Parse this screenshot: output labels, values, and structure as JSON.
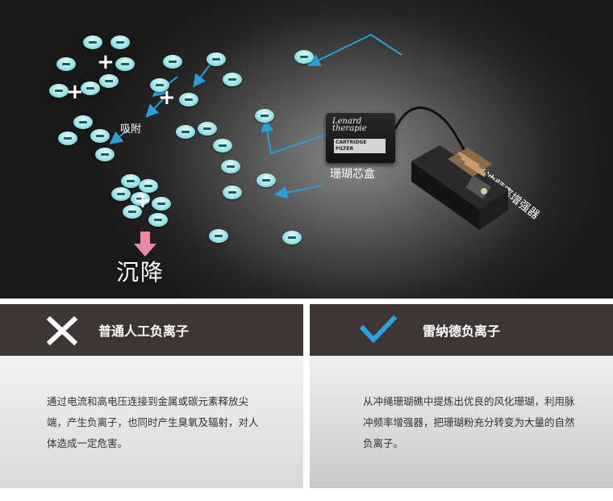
{
  "hero": {
    "label_adsorb": "吸附",
    "label_sink": "沉降",
    "label_cartridge": "珊瑚芯盒",
    "label_device": "脉冲频率增强器",
    "cartridge_brand_1": "Lenard",
    "cartridge_brand_2": "therapie",
    "cartridge_tag_1": "CARTRIDGE",
    "cartridge_tag_2": "FILTER",
    "colors": {
      "ion": "#9ee4e6",
      "arrow_blue": "#2b9fd6",
      "arrow_pink": "#e88aa8",
      "check": "#2aa3e0"
    }
  },
  "compare": {
    "left": {
      "icon": "cross-icon",
      "title": "普通人工负离子",
      "text": "通过电流和高电压连接到金属或碳元素释放尖端，产生负离子，也同时产生臭氧及辐射，对人体造成一定危害。"
    },
    "right": {
      "icon": "check-icon",
      "title": "雷纳德负离子",
      "text": "从冲绳珊瑚礁中提炼出优良的风化珊瑚，利用脉冲频率增强器，把珊瑚粉充分转变为大量的自然负离子。"
    }
  }
}
